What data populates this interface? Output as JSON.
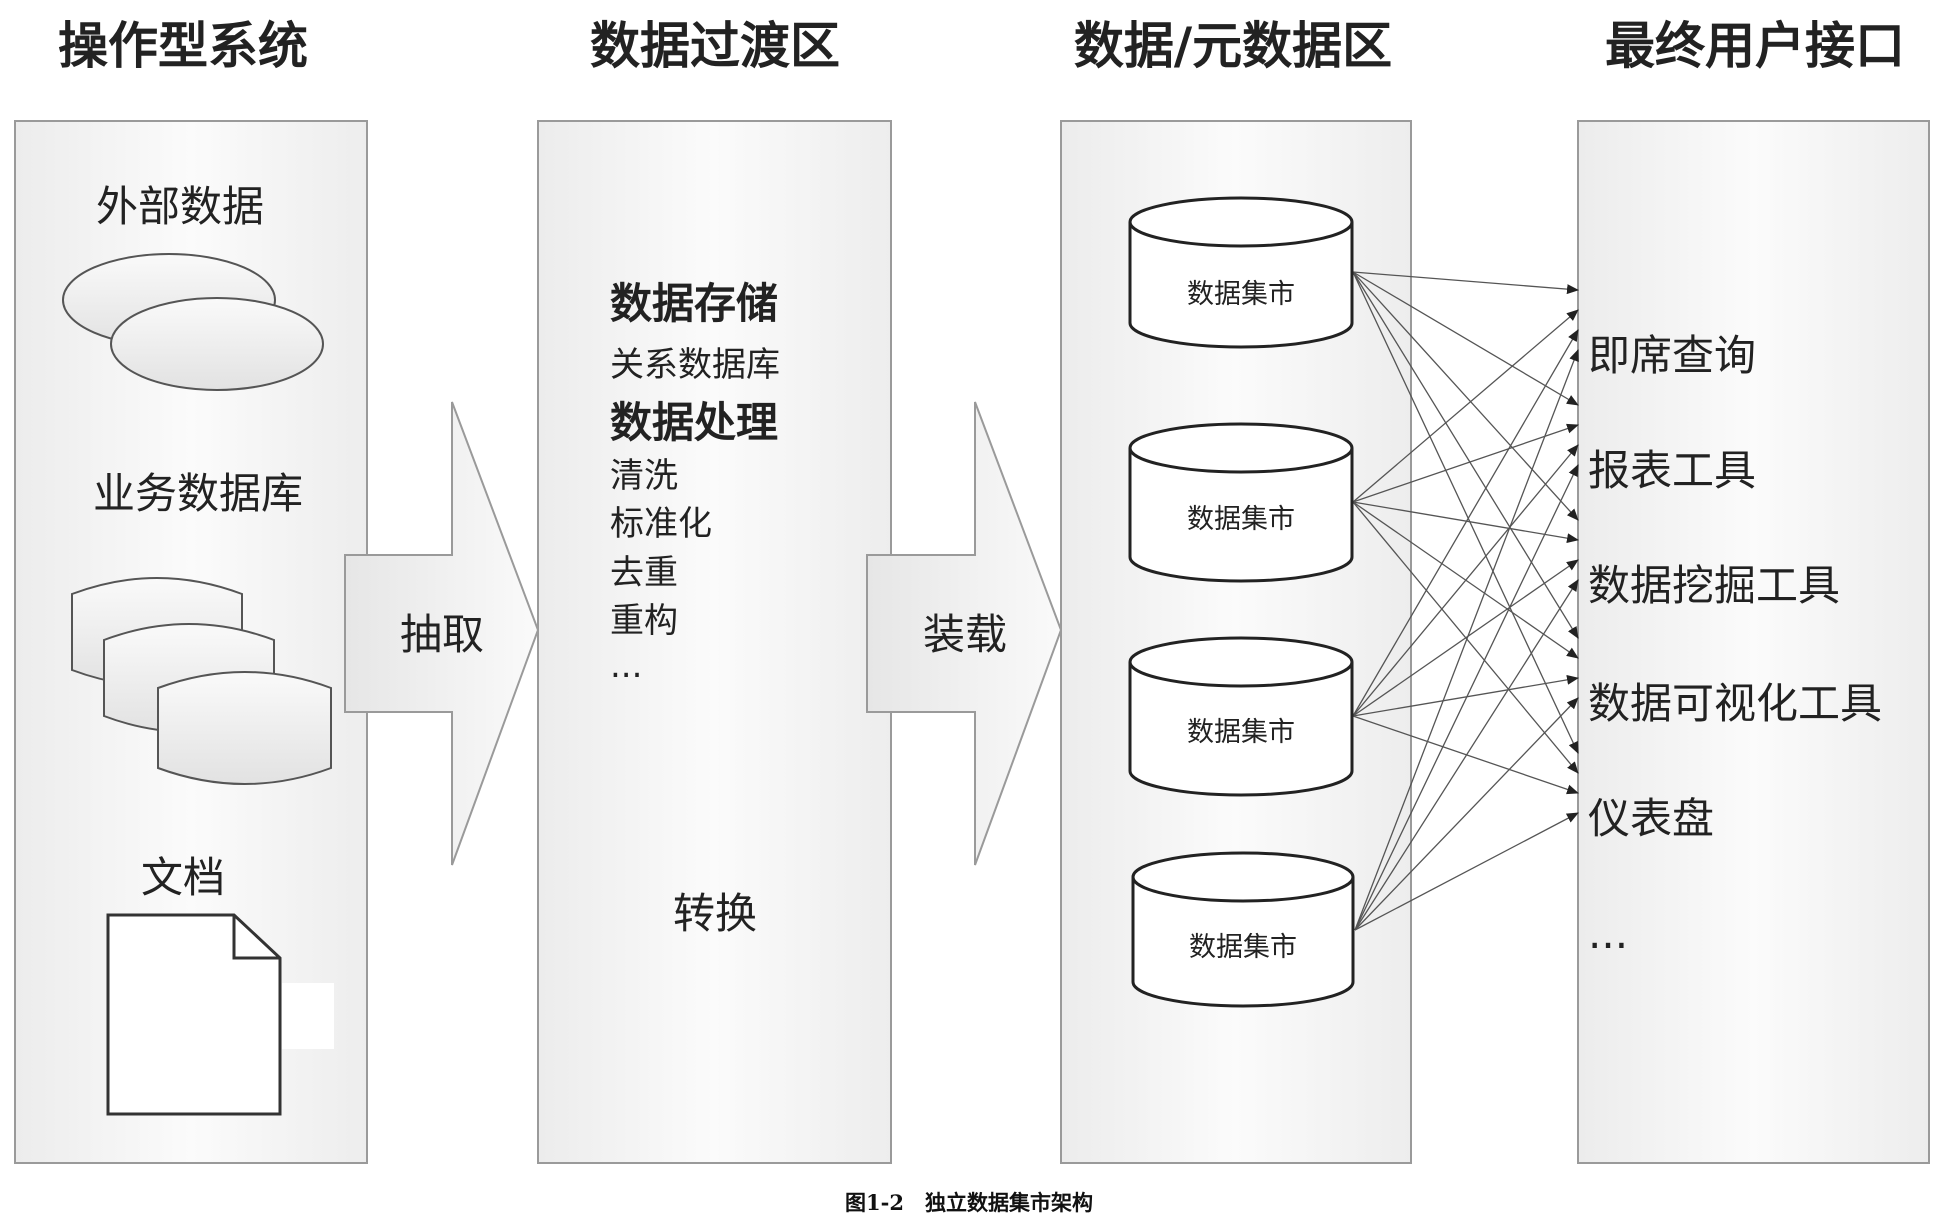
{
  "columns": {
    "operational": {
      "header": "操作型系统",
      "external_data_label": "外部数据",
      "business_db_label": "业务数据库",
      "document_label": "文档"
    },
    "staging": {
      "header": "数据过渡区",
      "storage_title": "数据存储",
      "storage_item": "关系数据库",
      "processing_title": "数据处理",
      "processing_items": [
        "清洗",
        "标准化",
        "去重",
        "重构",
        "..."
      ],
      "transform_label": "转换"
    },
    "data_metadata": {
      "header": "数据/元数据区",
      "data_marts": [
        "数据集市",
        "数据集市",
        "数据集市",
        "数据集市"
      ]
    },
    "end_user": {
      "header": "最终用户接口",
      "tools": [
        "即席查询",
        "报表工具",
        "数据挖掘工具",
        "数据可视化工具",
        "仪表盘",
        "..."
      ]
    }
  },
  "arrows": {
    "extract_label": "抽取",
    "load_label": "装载"
  },
  "caption": "图1-2　独立数据集市架构",
  "colors": {
    "panel_fill": "#f4f4f4",
    "panel_stroke": "#9a9a9a",
    "line": "#555555",
    "text": "#222222"
  }
}
